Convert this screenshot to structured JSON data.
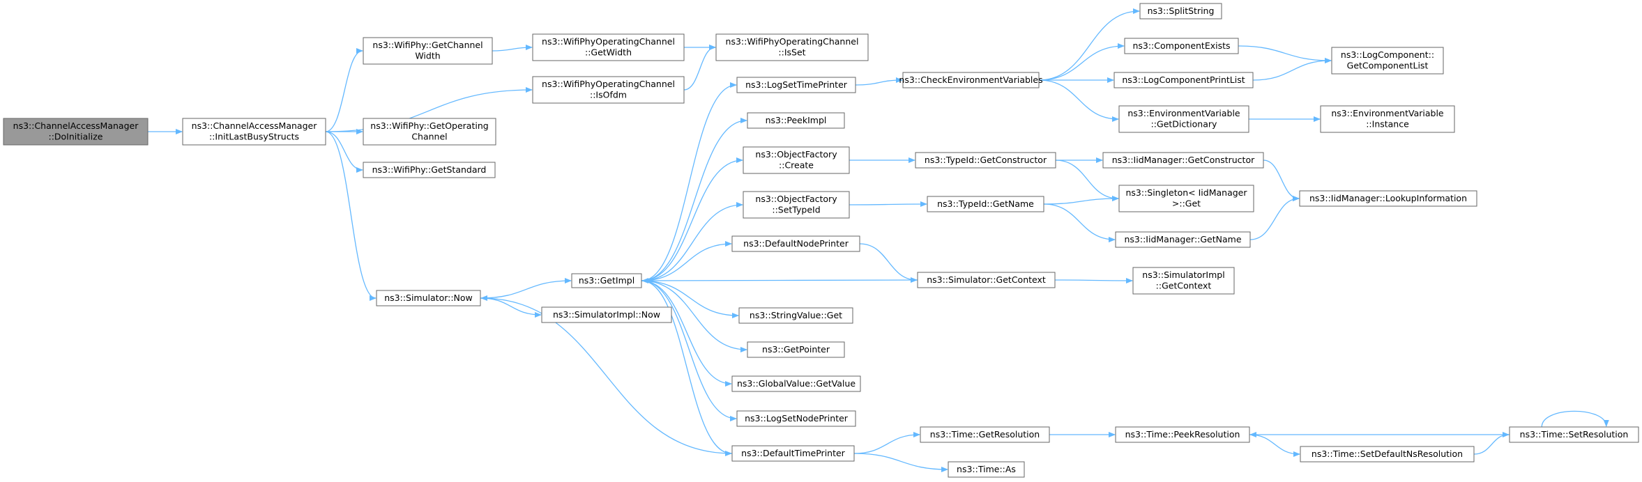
{
  "graph": {
    "title": "",
    "colors": {
      "edge": "#63b8ff",
      "node_border": "#666666",
      "root_fill": "#999999",
      "node_fill": "#ffffff"
    },
    "nodes": [
      {
        "id": "channelaccessmanager-doinitialize",
        "lines": [
          "ns3::ChannelAccessManager",
          "::DoInitialize"
        ],
        "root": true
      },
      {
        "id": "channelaccessmanager-initlastbusystructs",
        "lines": [
          "ns3::ChannelAccessManager",
          "::InitLastBusyStructs"
        ]
      },
      {
        "id": "wifiphy-getchannelwidth",
        "lines": [
          "ns3::WifiPhy::GetChannel",
          "Width"
        ]
      },
      {
        "id": "wifiphy-getoperatingchannel",
        "lines": [
          "ns3::WifiPhy::GetOperating",
          "Channel"
        ]
      },
      {
        "id": "wifiphy-getstandard",
        "lines": [
          "ns3::WifiPhy::GetStandard"
        ]
      },
      {
        "id": "simulator-now",
        "lines": [
          "ns3::Simulator::Now"
        ]
      },
      {
        "id": "wifiphyoperatingchannel-getwidth",
        "lines": [
          "ns3::WifiPhyOperatingChannel",
          "::GetWidth"
        ]
      },
      {
        "id": "wifiphyoperatingchannel-isofdm",
        "lines": [
          "ns3::WifiPhyOperatingChannel",
          "::IsOfdm"
        ]
      },
      {
        "id": "wifiphyoperatingchannel-isset",
        "lines": [
          "ns3::WifiPhyOperatingChannel",
          "::IsSet"
        ]
      },
      {
        "id": "getimpl",
        "lines": [
          "ns3::GetImpl"
        ]
      },
      {
        "id": "simulatorimpl-now",
        "lines": [
          "ns3::SimulatorImpl::Now"
        ]
      },
      {
        "id": "logsettimeprinter",
        "lines": [
          "ns3::LogSetTimePrinter"
        ]
      },
      {
        "id": "peekimpl",
        "lines": [
          "ns3::PeekImpl"
        ]
      },
      {
        "id": "objectfactory-create",
        "lines": [
          "ns3::ObjectFactory",
          "::Create"
        ]
      },
      {
        "id": "objectfactory-settypeid",
        "lines": [
          "ns3::ObjectFactory",
          "::SetTypeId"
        ]
      },
      {
        "id": "defaultnodeprinter",
        "lines": [
          "ns3::DefaultNodePrinter"
        ]
      },
      {
        "id": "stringvalue-get",
        "lines": [
          "ns3::StringValue::Get"
        ]
      },
      {
        "id": "getpointer",
        "lines": [
          "ns3::GetPointer"
        ]
      },
      {
        "id": "globalvalue-getvalue",
        "lines": [
          "ns3::GlobalValue::GetValue"
        ]
      },
      {
        "id": "logsetnodeprinter",
        "lines": [
          "ns3::LogSetNodePrinter"
        ]
      },
      {
        "id": "defaulttimeprinter",
        "lines": [
          "ns3::DefaultTimePrinter"
        ]
      },
      {
        "id": "checkenvironmentvariables",
        "lines": [
          "ns3::CheckEnvironmentVariables"
        ]
      },
      {
        "id": "typeid-getconstructor",
        "lines": [
          "ns3::TypeId::GetConstructor"
        ]
      },
      {
        "id": "typeid-getname",
        "lines": [
          "ns3::TypeId::GetName"
        ]
      },
      {
        "id": "simulator-getcontext",
        "lines": [
          "ns3::Simulator::GetContext"
        ]
      },
      {
        "id": "time-getresolution",
        "lines": [
          "ns3::Time::GetResolution"
        ]
      },
      {
        "id": "time-as",
        "lines": [
          "ns3::Time::As"
        ]
      },
      {
        "id": "splitstring",
        "lines": [
          "ns3::SplitString"
        ]
      },
      {
        "id": "componentexists",
        "lines": [
          "ns3::ComponentExists"
        ]
      },
      {
        "id": "logcomponentprintlist",
        "lines": [
          "ns3::LogComponentPrintList"
        ]
      },
      {
        "id": "environmentvariable-getdictionary",
        "lines": [
          "ns3::EnvironmentVariable",
          "::GetDictionary"
        ]
      },
      {
        "id": "iidmanager-getconstructor",
        "lines": [
          "ns3::IidManager::GetConstructor"
        ]
      },
      {
        "id": "singleton-iidmanager-get",
        "lines": [
          "ns3::Singleton< IidManager",
          ">::Get"
        ]
      },
      {
        "id": "iidmanager-getname",
        "lines": [
          "ns3::IidManager::GetName"
        ]
      },
      {
        "id": "simulatorimpl-getcontext",
        "lines": [
          "ns3::SimulatorImpl",
          "::GetContext"
        ]
      },
      {
        "id": "time-peekresolution",
        "lines": [
          "ns3::Time::PeekResolution"
        ]
      },
      {
        "id": "time-setdefaultnsresolution",
        "lines": [
          "ns3::Time::SetDefaultNsResolution"
        ]
      },
      {
        "id": "time-setresolution",
        "lines": [
          "ns3::Time::SetResolution"
        ]
      },
      {
        "id": "logcomponent-getcomponentlist",
        "lines": [
          "ns3::LogComponent::",
          "GetComponentList"
        ]
      },
      {
        "id": "environmentvariable-instance",
        "lines": [
          "ns3::EnvironmentVariable",
          "::Instance"
        ]
      },
      {
        "id": "iidmanager-lookupinformation",
        "lines": [
          "ns3::IidManager::LookupInformation"
        ]
      }
    ],
    "edges": [
      [
        "channelaccessmanager-doinitialize",
        "channelaccessmanager-initlastbusystructs"
      ],
      [
        "channelaccessmanager-initlastbusystructs",
        "wifiphy-getchannelwidth"
      ],
      [
        "channelaccessmanager-initlastbusystructs",
        "wifiphy-getoperatingchannel"
      ],
      [
        "channelaccessmanager-initlastbusystructs",
        "wifiphy-getstandard"
      ],
      [
        "channelaccessmanager-initlastbusystructs",
        "wifiphyoperatingchannel-isofdm"
      ],
      [
        "channelaccessmanager-initlastbusystructs",
        "simulator-now"
      ],
      [
        "wifiphy-getchannelwidth",
        "wifiphyoperatingchannel-getwidth"
      ],
      [
        "wifiphyoperatingchannel-getwidth",
        "wifiphyoperatingchannel-isset"
      ],
      [
        "wifiphyoperatingchannel-isofdm",
        "wifiphyoperatingchannel-isset"
      ],
      [
        "simulator-now",
        "getimpl"
      ],
      [
        "simulator-now",
        "simulatorimpl-now"
      ],
      [
        "getimpl",
        "logsettimeprinter"
      ],
      [
        "getimpl",
        "peekimpl"
      ],
      [
        "getimpl",
        "objectfactory-create"
      ],
      [
        "getimpl",
        "objectfactory-settypeid"
      ],
      [
        "getimpl",
        "defaultnodeprinter"
      ],
      [
        "getimpl",
        "stringvalue-get"
      ],
      [
        "getimpl",
        "getpointer"
      ],
      [
        "getimpl",
        "globalvalue-getvalue"
      ],
      [
        "getimpl",
        "logsetnodeprinter"
      ],
      [
        "getimpl",
        "defaulttimeprinter"
      ],
      [
        "logsettimeprinter",
        "checkenvironmentvariables"
      ],
      [
        "objectfactory-create",
        "typeid-getconstructor"
      ],
      [
        "objectfactory-settypeid",
        "typeid-getname"
      ],
      [
        "defaultnodeprinter",
        "simulator-getcontext"
      ],
      [
        "simulator-getcontext",
        "getimpl"
      ],
      [
        "simulator-getcontext",
        "simulatorimpl-getcontext"
      ],
      [
        "defaulttimeprinter",
        "simulator-now"
      ],
      [
        "defaulttimeprinter",
        "time-getresolution"
      ],
      [
        "defaulttimeprinter",
        "time-as"
      ],
      [
        "checkenvironmentvariables",
        "splitstring"
      ],
      [
        "checkenvironmentvariables",
        "componentexists"
      ],
      [
        "checkenvironmentvariables",
        "logcomponentprintlist"
      ],
      [
        "checkenvironmentvariables",
        "environmentvariable-getdictionary"
      ],
      [
        "componentexists",
        "logcomponent-getcomponentlist"
      ],
      [
        "logcomponentprintlist",
        "logcomponent-getcomponentlist"
      ],
      [
        "environmentvariable-getdictionary",
        "environmentvariable-instance"
      ],
      [
        "typeid-getconstructor",
        "iidmanager-getconstructor"
      ],
      [
        "typeid-getconstructor",
        "singleton-iidmanager-get"
      ],
      [
        "typeid-getname",
        "singleton-iidmanager-get"
      ],
      [
        "typeid-getname",
        "iidmanager-getname"
      ],
      [
        "iidmanager-getconstructor",
        "iidmanager-lookupinformation"
      ],
      [
        "iidmanager-getname",
        "iidmanager-lookupinformation"
      ],
      [
        "time-getresolution",
        "time-peekresolution"
      ],
      [
        "time-peekresolution",
        "time-setdefaultnsresolution"
      ],
      [
        "time-setdefaultnsresolution",
        "time-setresolution"
      ],
      [
        "time-setresolution",
        "time-peekresolution"
      ],
      [
        "time-setresolution",
        "time-setresolution"
      ]
    ]
  }
}
